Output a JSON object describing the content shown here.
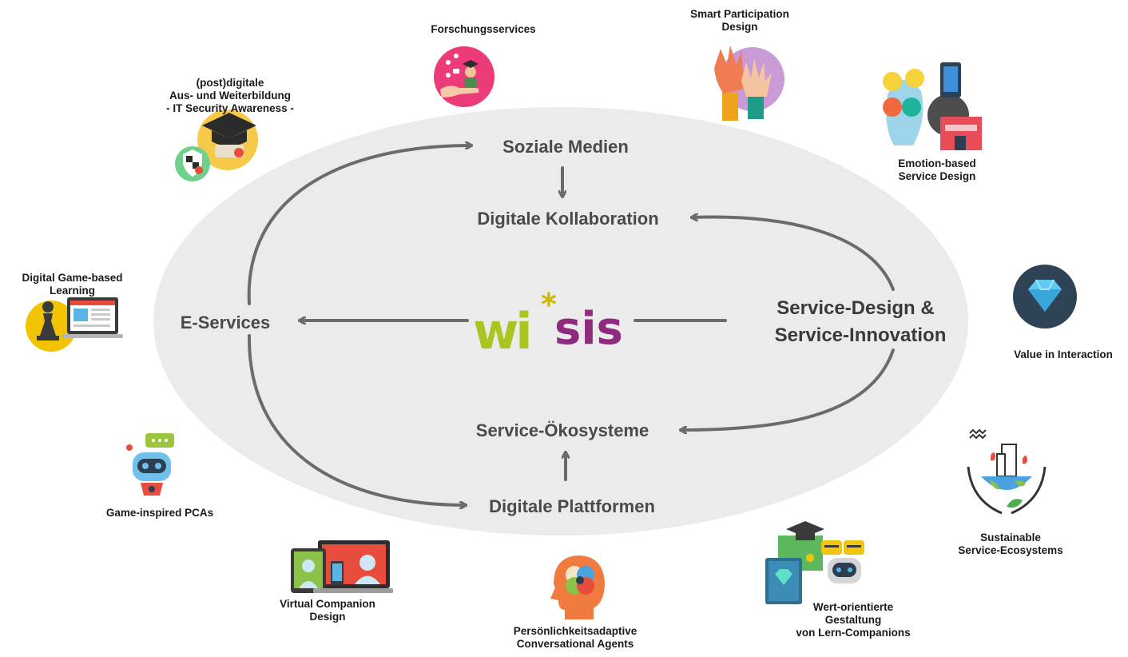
{
  "center": {
    "logo": {
      "w": "wi",
      "star": "*",
      "sis": "sis"
    },
    "soziale_medien": "Soziale Medien",
    "digitale_kollaboration": "Digitale Kollaboration",
    "e_services": "E-Services",
    "service_design_line1": "Service-Design &",
    "service_design_line2": "Service-Innovation",
    "service_oekosysteme": "Service-Ökosysteme",
    "digitale_plattformen": "Digitale Plattformen"
  },
  "ring": [
    {
      "id": "forschungsservices",
      "label": "Forschungsservices",
      "icon": "hand-graduate-icon"
    },
    {
      "id": "smart-participation",
      "label": "Smart Participation\nDesign",
      "icon": "raised-hands-icon"
    },
    {
      "id": "emotion-based",
      "label": "Emotion-based\nService Design",
      "icon": "emotion-faces-icon"
    },
    {
      "id": "post-digitale",
      "label": "(post)digitale\nAus- und Weiterbildung\n- IT Security Awareness -",
      "icon": "graduation-cap-shield-icon"
    },
    {
      "id": "game-based-learning",
      "label": "Digital Game-based\nLearning",
      "icon": "chess-laptop-icon"
    },
    {
      "id": "value-in-interaction",
      "label": "Value in Interaction",
      "icon": "diamond-icon"
    },
    {
      "id": "game-inspired-pcas",
      "label": "Game-inspired PCAs",
      "icon": "robot-chat-icon"
    },
    {
      "id": "sustainable-ecosystems",
      "label": "Sustainable\nService-Ecosystems",
      "icon": "hands-globe-icon"
    },
    {
      "id": "virtual-companion",
      "label": "Virtual Companion\nDesign",
      "icon": "devices-avatar-icon"
    },
    {
      "id": "persoenlichkeitsadaptive",
      "label": "Persönlichkeitsadaptive\nConversational Agents",
      "icon": "head-personality-icon"
    },
    {
      "id": "lern-companions",
      "label": "Wert-orientierte\nGestaltung\nvon Lern-Companions",
      "icon": "book-robot-cap-icon"
    }
  ],
  "colors": {
    "ellipse": "#ebebeb",
    "arrow": "#6b6b6b",
    "text": "#4a4a4a",
    "logo_green": "#a8c520",
    "logo_purple": "#8e2b7f",
    "logo_star": "#cfb600"
  }
}
